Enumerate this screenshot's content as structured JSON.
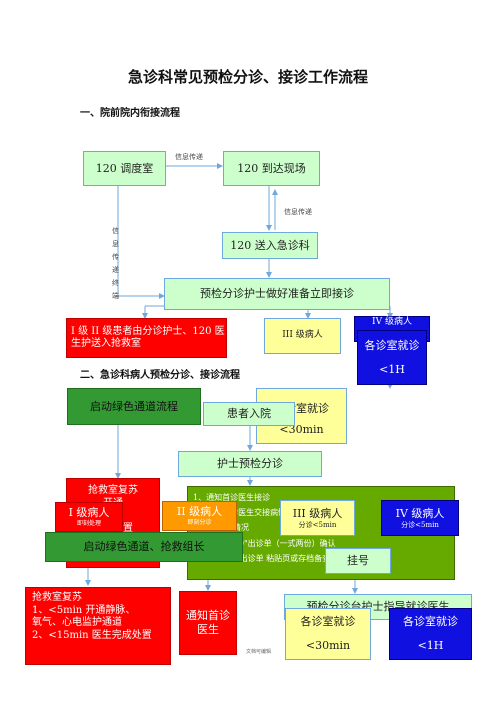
{
  "title": "急诊科常见预检分诊、接诊工作流程",
  "section1": "一、院前院内衔接流程",
  "section2": "二、急诊科病人预检分诊、接诊流程",
  "dispatch": "120 调度室",
  "arrive": "120 到达现场",
  "info1": "信息传递",
  "info2": "信息传递",
  "info3": [
    "信",
    "息",
    "传",
    "递",
    "终",
    "端"
  ],
  "send_er": "120 送入急诊科",
  "triage_ready": "预检分诊护士做好准备立即接诊",
  "level12": "I 级 II 级患者由分诊护士、120 医生护送入抢救室",
  "level3": "III 级病人",
  "level4": "IV 级病人",
  "er_visit_a": {
    "title": "各诊室就诊",
    "sub": "<1H"
  },
  "green_channel": "启动绿色通道流程",
  "er_visit_b": {
    "title": "各诊室就诊",
    "sub": "<30min"
  },
  "patient_arrive": "患者入院",
  "nurse_triage": "护士预检分诊",
  "rescue_box": "抢救室复苏\n开通\n、心\n抢救处置",
  "notice_box": "1、通知首诊医生接诊\n2、生与首诊医生交接病情，包括患者\n治疗等具体情况\n接清后在\"120\"出诊单（一式两份）确认\n另一份\"120\"出诊单  粘贴页或存档备查",
  "lv1": {
    "title": "I 级病人",
    "sub": "即刻处理"
  },
  "lv2": {
    "title": "II 级病人",
    "sub": "即刻分诊"
  },
  "lv3": {
    "title": "III 级病人",
    "sub": "分诊<5min"
  },
  "lv4": {
    "title": "IV 级病人",
    "sub": "分诊<5min"
  },
  "green_channel2": "启动绿色通道、抢救组长",
  "register": "挂号",
  "rescue_steps": "抢救室复苏\n1、<5min 开通静脉、\n氧气、心电监护通道\n2、<15min 医生完成处置",
  "notify_doctor": "通知首诊\n医生",
  "guide_nurse": "预检分诊台护士指导就诊医生",
  "er_visit_c": {
    "title": "各诊室就诊",
    "sub": "<30min"
  },
  "er_visit_d": {
    "title": "各诊室就诊",
    "sub": "<1H"
  },
  "footer_note": "文档可编辑"
}
